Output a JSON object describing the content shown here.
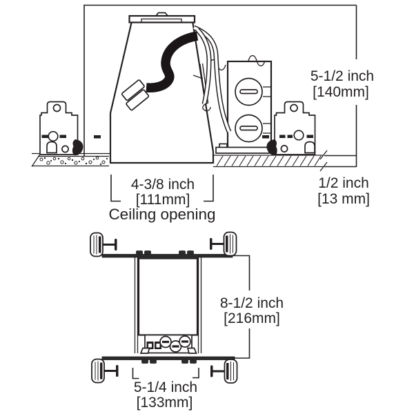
{
  "colors": {
    "ink": "#231f20",
    "background": "#ffffff",
    "bar_fill": "#2b2b2b"
  },
  "side_view": {
    "dim_height": {
      "inches": "5-1/2 inch",
      "metric": "[140mm]"
    },
    "dim_ceiling_thickness": {
      "inches": "1/2 inch",
      "metric": "[13 mm]"
    },
    "dim_ceiling_opening": {
      "inches": "4-3/8 inch",
      "metric": "[111mm]",
      "caption": "Ceiling opening"
    }
  },
  "plan_view": {
    "dim_bar_length": {
      "inches": "8-1/2 inch",
      "metric": "[216mm]"
    },
    "dim_housing_width": {
      "inches": "5-1/4 inch",
      "metric": "[133mm]"
    }
  }
}
